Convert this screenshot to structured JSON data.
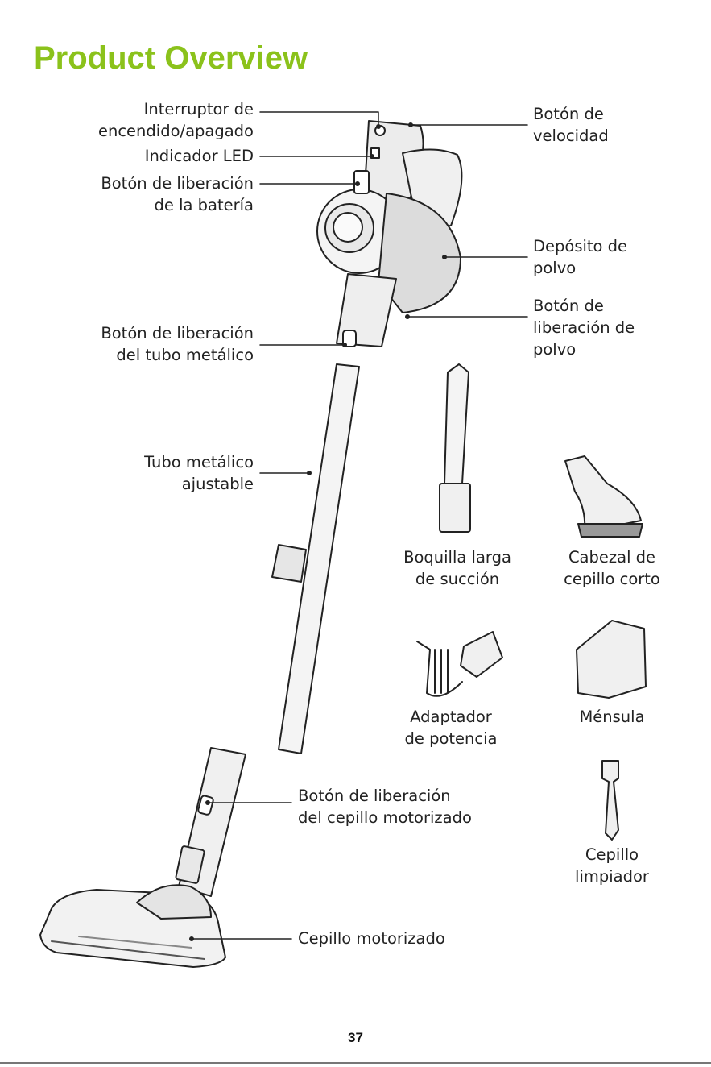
{
  "page": {
    "title": "Product Overview",
    "page_number": "37",
    "accent_color": "#8bc21b"
  },
  "labels": {
    "power_switch": [
      "Interruptor de",
      "encendido/apagado"
    ],
    "led_indicator": [
      "Indicador LED"
    ],
    "battery_release": [
      "Botón de liberación",
      "de la batería"
    ],
    "speed_button": [
      "Botón de",
      "velocidad"
    ],
    "dust_container": [
      "Depósito de",
      "polvo"
    ],
    "dust_release": [
      "Botón de",
      "liberación de",
      "polvo"
    ],
    "tube_release": [
      "Botón de liberación",
      "del tubo metálico"
    ],
    "adjustable_tube": [
      "Tubo metálico",
      "ajustable"
    ],
    "brush_release": [
      "Botón de liberación",
      "del cepillo motorizado"
    ],
    "motorized_brush": [
      "Cepillo motorizado"
    ]
  },
  "accessories": {
    "crevice_tool": [
      "Boquilla larga",
      "de succión"
    ],
    "short_brush": [
      "Cabezal de",
      "cepillo corto"
    ],
    "power_adapter": [
      "Adaptador",
      "de potencia"
    ],
    "bracket": [
      "Ménsula"
    ],
    "cleaning_brush": [
      "Cepillo",
      "limpiador"
    ]
  }
}
